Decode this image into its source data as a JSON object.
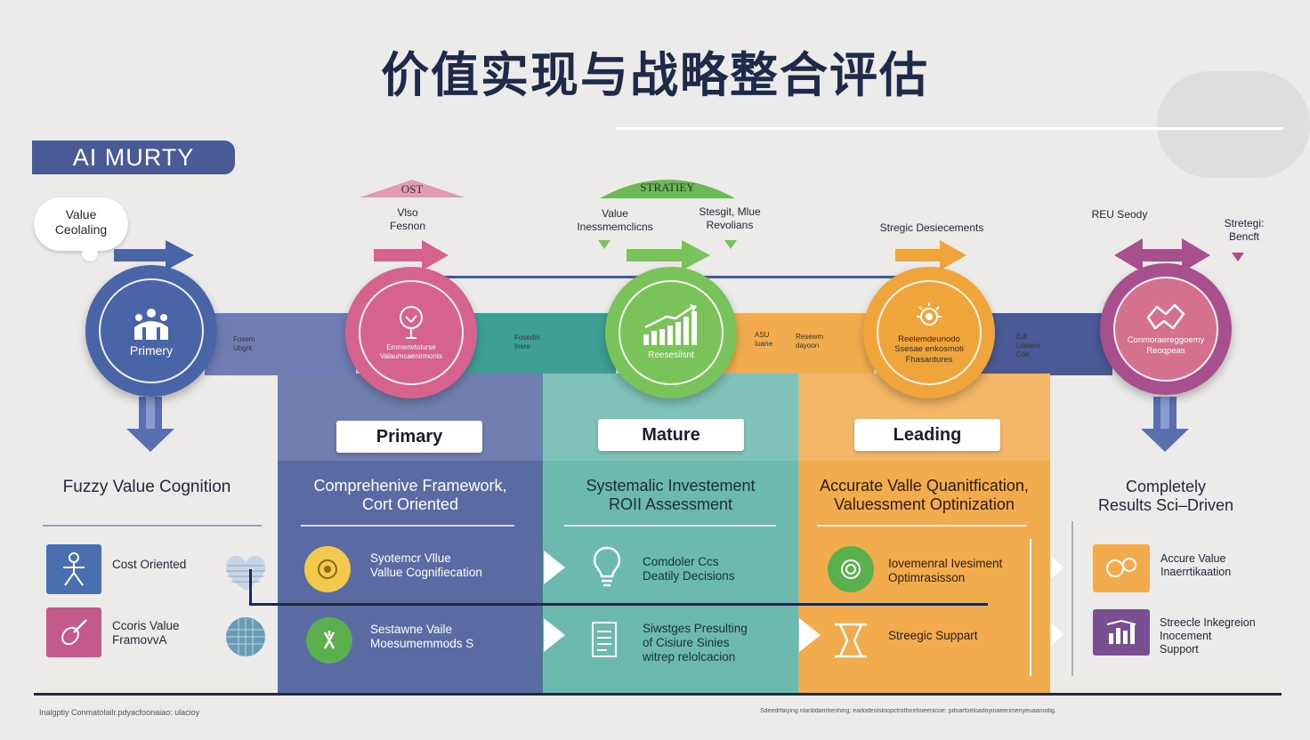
{
  "title": "价值实现与战略整合评估",
  "tag": "AI MURTY",
  "colors": {
    "blue": "#4a64a8",
    "pink": "#d6628e",
    "green": "#7ac25a",
    "orange": "#f0a53a",
    "purple": "#a8508e",
    "panel_blue": "#5a6ba3",
    "panel_teal": "#6cb9ae",
    "panel_orange": "#f2ac4e"
  },
  "top_labels": {
    "bubble": "Value\nCeolaling",
    "pink_triangle": "OST",
    "green_arc": "STRATIEY",
    "stage2_top": "Vlso\nFesnon",
    "stage3_top_left": "Value\nInessmemclicns",
    "stage3_top_right": "Stesgit, Mlue\nRevolians",
    "stage4_top": "Stregic Desiecements",
    "stage5_top_left": "REU Seody",
    "stage5_top_right": "Stretegi:\nBencft"
  },
  "circles": [
    {
      "label": "Primery",
      "icon": "stakeholders-icon"
    },
    {
      "label": "Emmenvtolurse\nValaumcaenirmonts",
      "icon": "tree-icon"
    },
    {
      "label": "Reesesilsnt",
      "icon": "growth-chart-icon"
    },
    {
      "label": "Reelemdeunodo\nSsesae enkosmoti\nFhasantures",
      "icon": "sun-gear-icon"
    },
    {
      "label": "Conmoraereggoemy\nReoqpeas",
      "icon": "handshake-icon"
    }
  ],
  "band_labels": [
    "Fosem\nUbgrk",
    "Fosedin\nInsre",
    "ASU\nIuane",
    "Resewm\ndayoon",
    "Edt\nLissace\nCoe"
  ],
  "levels": [
    {
      "name": "Primary",
      "heading": "Comprehenive Framework,\nCort Oriented",
      "items": [
        "Syotemcr Vllue\nVallue Cognifiecation",
        "Sestawne Vaile\nMoesumemmods S"
      ]
    },
    {
      "name": "Mature",
      "heading": "Systemalic Investement\nROII Assessment",
      "items": [
        "Comdoler Ccs\nDeatily Decisions",
        "Siwstges Presulting\nof Cisiure Sinies\nwitrep relolcacion"
      ]
    },
    {
      "name": "Leading",
      "heading": "Accurate Valle Quanitfication,\nValuessment Optinization",
      "items": [
        "Iovemenral Ivesiment\nOptimrasisson",
        "Streegic Suppart"
      ]
    }
  ],
  "left_column": {
    "heading": "Fuzzy Value Cognition",
    "items": [
      "Cost Oriented",
      "Ccoris Value\nFramovvA"
    ]
  },
  "right_column": {
    "heading": "Completely\nResults Sci–Driven",
    "items": [
      "Accure Value\nInaerrtikaation",
      "Streecle Inkegreion\nInocement\nSupport"
    ]
  },
  "footer_left": "Inalgptiy Conmatolailr.pdyacfoonaiao: ulacioy",
  "footer_right": "Sdeedrfaiying nlanbdamhenhing; eadodeolsloopctrotforehoeenicoe: pdnarfoeloadoyinaeenmenyeuaanodig."
}
